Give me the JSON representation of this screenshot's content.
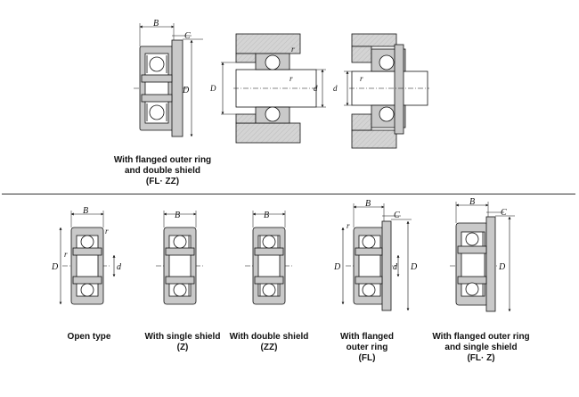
{
  "colors": {
    "steel": "#c9c9c9",
    "housing": "#cfcfcf",
    "line": "#111111",
    "ball": "#ffffff"
  },
  "top_figure": {
    "labels": {
      "B": "B",
      "C": "C",
      "D": "D",
      "rs_top": "r",
      "rs_mid": "r",
      "Ds": "D",
      "ds": "d",
      "da": "d",
      "ra": "r"
    },
    "caption": [
      "With flanged outer ring",
      "and double shield",
      "(FL·  ZZ)"
    ]
  },
  "bearings": [
    {
      "id": "open",
      "labels": {
        "B": "B",
        "r1": "r",
        "r2": "r",
        "D": "D",
        "d": "d"
      },
      "caption": [
        "Open type"
      ]
    },
    {
      "id": "single-shield",
      "labels": {
        "B": "B"
      },
      "caption": [
        "With single shield",
        "(Z)"
      ]
    },
    {
      "id": "double-shield",
      "labels": {
        "B": "B"
      },
      "caption": [
        "With double shield",
        "(ZZ)"
      ]
    },
    {
      "id": "flanged",
      "labels": {
        "B": "B",
        "C": "C",
        "r": "r",
        "D": "D",
        "d": "d",
        "D2": "D"
      },
      "caption": [
        "With flanged",
        "outer ring",
        "(FL)"
      ]
    },
    {
      "id": "flanged-single-shield",
      "labels": {
        "B": "B",
        "C": "C",
        "D": "D"
      },
      "caption": [
        "With flanged outer ring",
        "and single shield",
        "(FL·  Z)"
      ]
    }
  ]
}
